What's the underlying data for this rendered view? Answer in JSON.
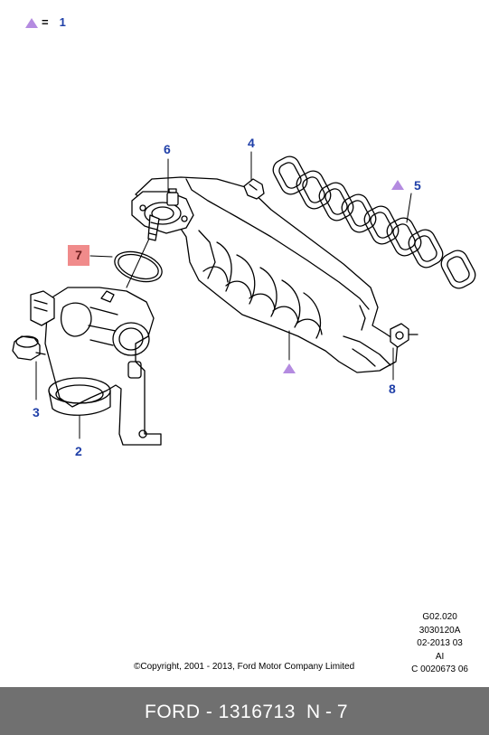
{
  "legend": {
    "equals": "=",
    "number": "1"
  },
  "callouts": {
    "c2": "2",
    "c3": "3",
    "c4": "4",
    "c5": "5",
    "c6": "6",
    "c7": "7",
    "c8": "8"
  },
  "references": {
    "line1": "G02.020",
    "line2": "3030120A",
    "line3": "02-2013 03",
    "line4": "AI",
    "line5": "C 0020673 06"
  },
  "copyright": "©Copyright, 2001 - 2013, Ford Motor Company Limited",
  "footer": {
    "part_number": "FORD - 1316713",
    "position": "N - 7"
  },
  "colors": {
    "callout": "#1f3fa8",
    "marker": "#b48be0",
    "highlight": "#f08b8b",
    "footer_bg": "#707070"
  }
}
